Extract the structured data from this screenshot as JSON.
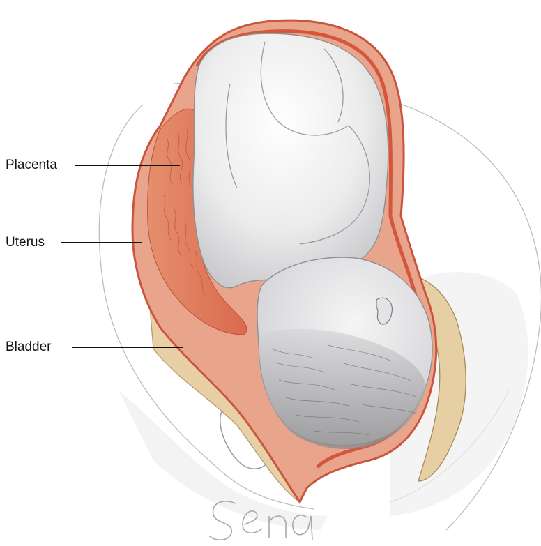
{
  "labels": {
    "placenta": "Placenta",
    "uterus": "Uterus",
    "bladder": "Bladder"
  },
  "signature": "Sena",
  "colors": {
    "uterus_wall": "#d9573f",
    "placenta": "#e08a6d",
    "bladder": "#e8cfa6",
    "fetus": "#e9e9ea",
    "hair": "#8e8e8e",
    "pelvis_line": "#bdbdbd"
  }
}
